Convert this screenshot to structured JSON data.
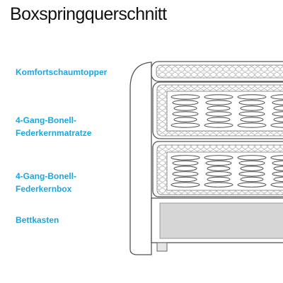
{
  "title": "Boxspringquerschnitt",
  "accent_color": "#1aa6e4",
  "labels": [
    {
      "lines": [
        "Komfortschaumtopper"
      ]
    },
    {
      "lines": [
        "4-Gang-Bonell-",
        "Federkernmatratze"
      ]
    },
    {
      "lines": [
        "4-Gang-Bonell-",
        "Federkernbox"
      ]
    },
    {
      "lines": [
        "Bettkasten"
      ]
    }
  ],
  "layers": {
    "topper": {
      "pattern": "hexagon-foam"
    },
    "mattress": {
      "springs": 4
    },
    "box": {
      "springs": 4
    },
    "base": {
      "fill": "#d6d6d6"
    }
  }
}
